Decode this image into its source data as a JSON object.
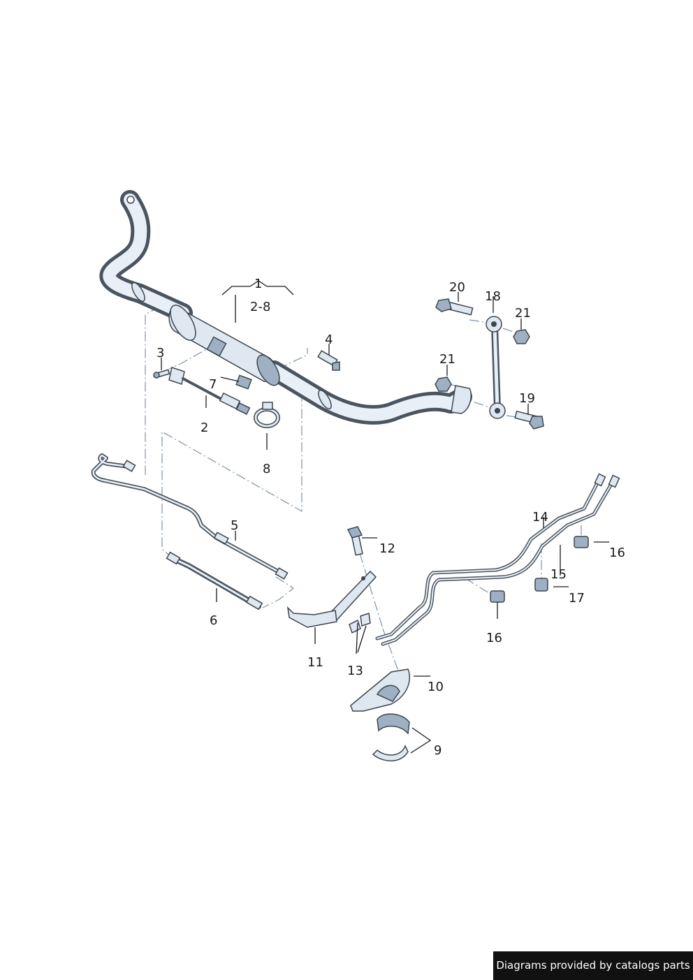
{
  "labels": {
    "l1": "1",
    "l2_8": "2-8",
    "l2": "2",
    "l3": "3",
    "l4": "4",
    "l5": "5",
    "l6": "6",
    "l7": "7",
    "l8": "8",
    "l9": "9",
    "l10": "10",
    "l11": "11",
    "l12": "12",
    "l13": "13",
    "l14": "14",
    "l15": "15",
    "l16a": "16",
    "l16b": "16",
    "l17": "17",
    "l18": "18",
    "l19": "19",
    "l20": "20",
    "l21a": "21",
    "l21b": "21"
  },
  "footer": {
    "credit": "Diagrams provided by catalogs parts"
  },
  "colors": {
    "part_fill": "#dfe7f0",
    "outline": "#3c4650",
    "dash_line": "#7d93a6",
    "credit_bg": "#111111"
  }
}
